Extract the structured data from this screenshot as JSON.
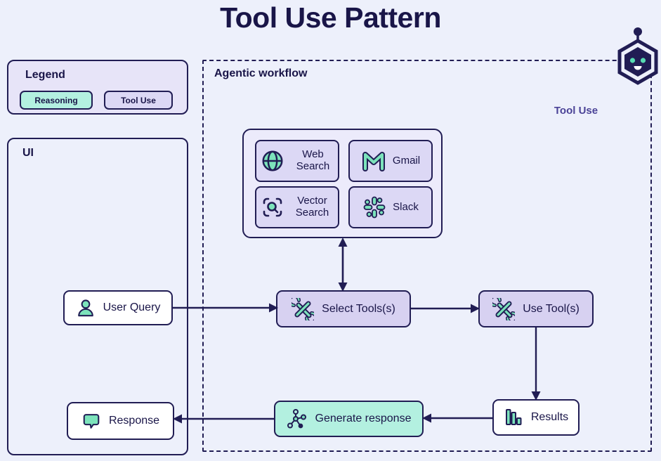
{
  "page": {
    "title": "Tool Use Pattern"
  },
  "legend": {
    "title": "Legend",
    "items": [
      {
        "label": "Reasoning",
        "type": "reasoning"
      },
      {
        "label": "Tool Use",
        "type": "tool-use"
      }
    ]
  },
  "panels": {
    "ui": {
      "title": "UI"
    },
    "workflow": {
      "title": "Agentic workflow",
      "pattern_label": "Tool Use"
    }
  },
  "tools": [
    {
      "label": "Web Search",
      "icon": "globe-icon"
    },
    {
      "label": "Gmail",
      "icon": "gmail-icon"
    },
    {
      "label": "Vector Search",
      "icon": "vector-search-icon"
    },
    {
      "label": "Slack",
      "icon": "slack-icon"
    }
  ],
  "nodes": {
    "user_query": {
      "label": "User Query",
      "icon": "person-icon"
    },
    "response": {
      "label": "Response",
      "icon": "chat-bubble-icon"
    },
    "select_tools": {
      "label": "Select Tools(s)",
      "icon": "crossed-tools-icon"
    },
    "use_tools": {
      "label": "Use Tool(s)",
      "icon": "crossed-tools-icon"
    },
    "generate_response": {
      "label": "Generate response",
      "icon": "network-icon"
    },
    "results": {
      "label": "Results",
      "icon": "bar-chart-icon"
    }
  },
  "colors": {
    "background": "#edf0fb",
    "navy": "#211d54",
    "mint": "#b3f0e0",
    "lavender_panel": "#e7e4f8",
    "lavender_card": "#dcd8f5",
    "icon_green": "#7ce3bb",
    "pattern_label": "#4b4397",
    "white_node": "#ffffff"
  }
}
